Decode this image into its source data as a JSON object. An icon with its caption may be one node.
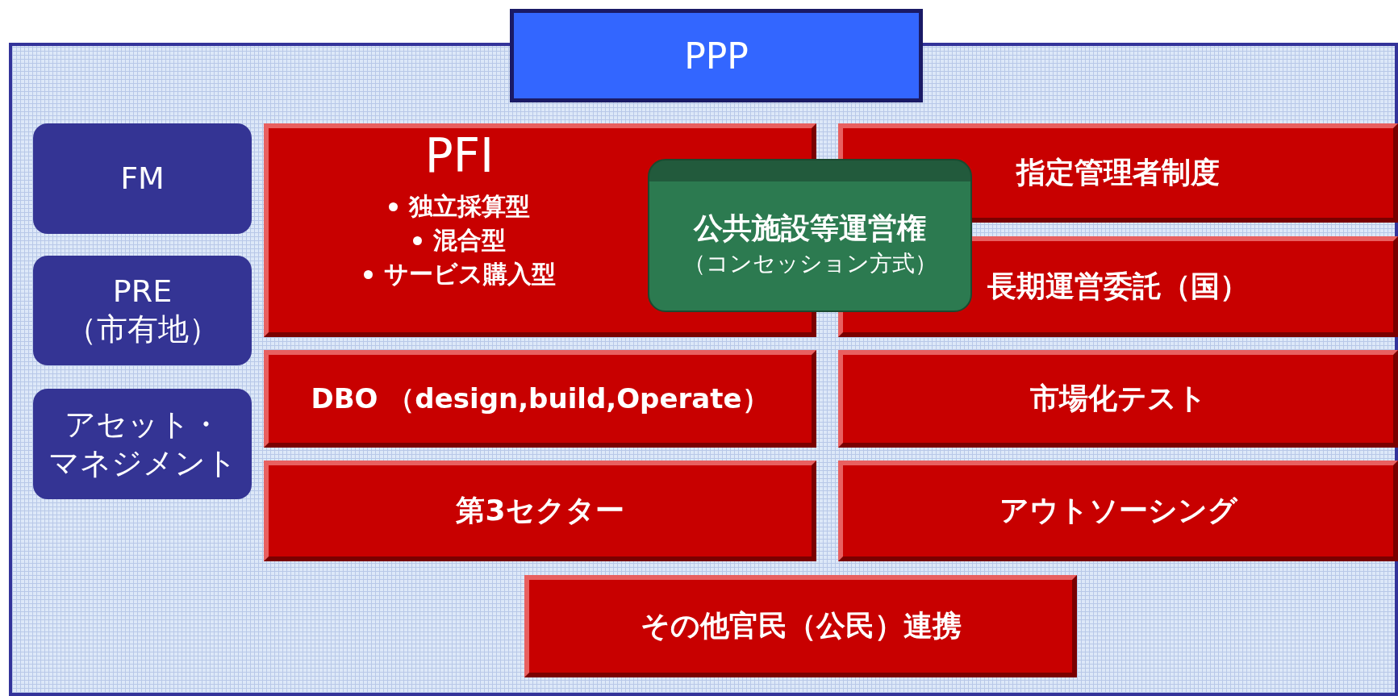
{
  "diagram": {
    "nodes": [
      {
        "text": [
          "PPP"
        ]
      },
      {
        "text": [
          "FM"
        ],
        "in": 0
      },
      {
        "text": [
          "PRE （市有地）"
        ],
        "in": 0
      },
      {
        "text": [
          "アセット・マネジメント"
        ],
        "in": 0
      },
      {
        "text": [
          "PFI",
          "独立採算型",
          "混合型",
          "サービス購入型"
        ],
        "in": 0
      },
      {
        "text": [
          "公共施設等運営権",
          "（コンセッション方式）"
        ],
        "in": 0
      },
      {
        "text": [
          "指定管理者制度"
        ],
        "in": 0
      },
      {
        "text": [
          "長期運営委託（国）"
        ],
        "in": 0
      },
      {
        "text": [
          "DBO （design,build,Operate）"
        ],
        "in": 0
      },
      {
        "text": [
          "市場化テスト"
        ],
        "in": 0
      },
      {
        "text": [
          "第3セクター"
        ],
        "in": 0
      },
      {
        "text": [
          "アウトソーシング"
        ],
        "in": 0
      },
      {
        "text": [
          "その他官民（公民）連携"
        ],
        "in": 0
      }
    ],
    "edges": []
  }
}
